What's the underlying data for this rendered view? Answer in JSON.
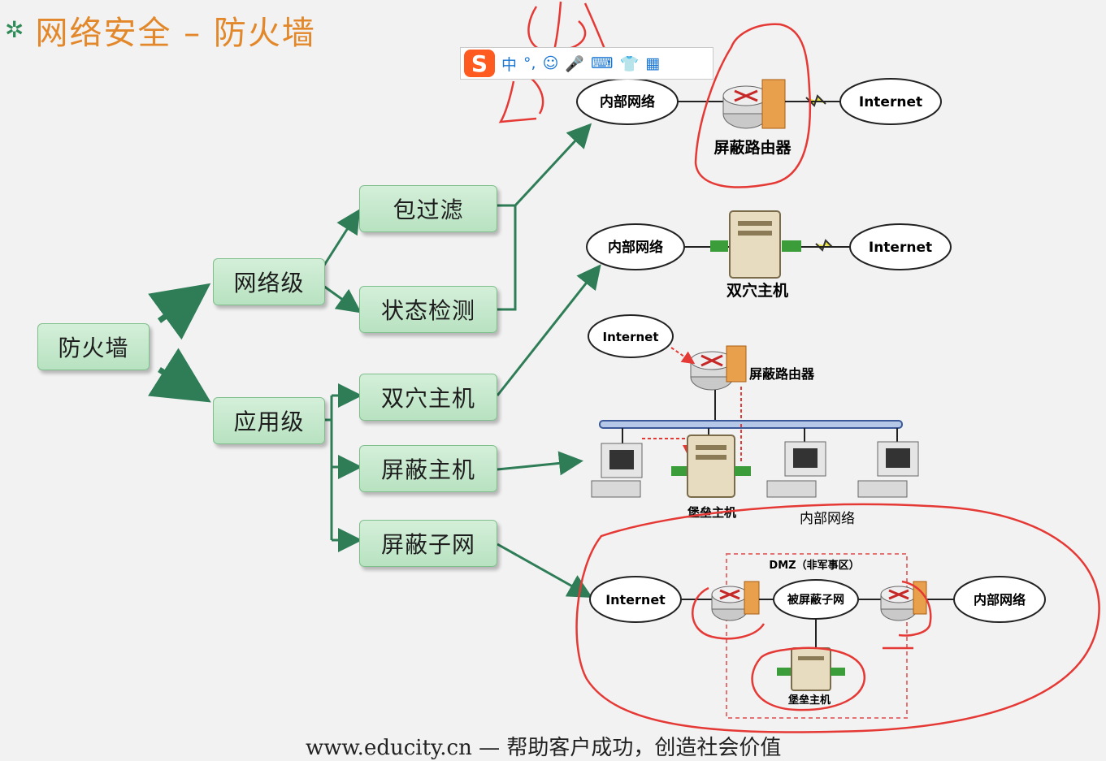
{
  "title": "网络安全 – 防火墙",
  "ime_toolbar": {
    "logo": "S",
    "items": [
      "中",
      "°,",
      "☺",
      "🎤",
      "⌨",
      "👕",
      "▦"
    ]
  },
  "tree": {
    "root": "防火墙",
    "network_level": "网络级",
    "application_level": "应用级",
    "packet_filter": "包过滤",
    "stateful_inspection": "状态检测",
    "dual_homed_host": "双穴主机",
    "screened_host": "屏蔽主机",
    "screened_subnet": "屏蔽子网"
  },
  "diagram1": {
    "inner": "内部网络",
    "internet": "Internet",
    "router_label": "屏蔽路由器"
  },
  "diagram2": {
    "inner": "内部网络",
    "internet": "Internet",
    "host_label": "双穴主机"
  },
  "diagram3": {
    "internet": "Internet",
    "router_label": "屏蔽路由器",
    "bastion_label": "堡垒主机",
    "inner_label": "内部网络"
  },
  "diagram4": {
    "internet": "Internet",
    "dmz_label": "DMZ（非军事区）",
    "subnet": "被屏蔽子网",
    "inner": "内部网络",
    "bastion_label": "堡垒主机"
  },
  "footer": "www.educity.cn — 帮助客户成功，创造社会价值",
  "colors": {
    "title": "#e2872a",
    "box_fill": "#c6e8cd",
    "arrow": "#2e7d57",
    "annotation": "#e53935",
    "dmz_border": "#e57373"
  }
}
